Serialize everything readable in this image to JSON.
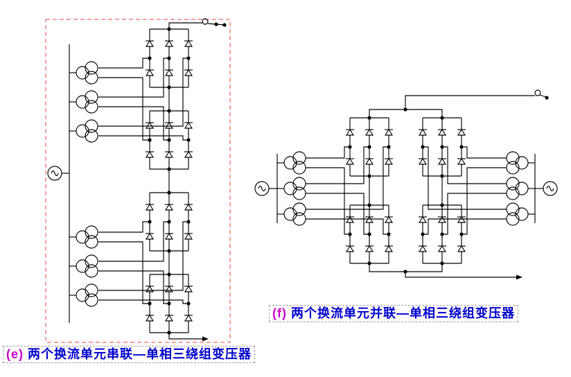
{
  "captions": {
    "e": {
      "prefix": "(e)",
      "text": " 两个换流单元串联—单相三绕组变压器"
    },
    "f": {
      "prefix": "(f)",
      "text": " 两个换流单元并联—单相三绕组变压器"
    }
  },
  "colors": {
    "caption_prefix": "#cc00cc",
    "caption_text": "#0000cc",
    "diagram_line": "#000000",
    "highlight_box": "#ee4444",
    "caption_border": "#9999aa",
    "background": "#ffffff"
  },
  "symbols": {
    "thyristor_valve": "triangle-with-cathode-bar",
    "three_winding_transformer": "three-overlapping-circles",
    "ac_source": "circle-with-sine-wave",
    "dc_output_arrow": "filled-right-arrow",
    "junction": "filled-dot"
  }
}
